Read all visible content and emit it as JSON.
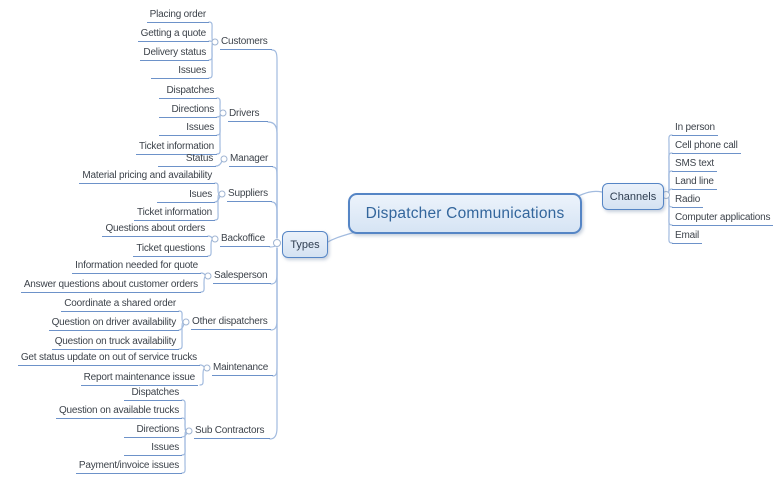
{
  "central": {
    "label": "Dispatcher Communications"
  },
  "types": {
    "label": "Types",
    "groups": [
      {
        "label": "Customers",
        "children": [
          "Placing order",
          "Getting a quote",
          "Delivery status",
          "Issues"
        ]
      },
      {
        "label": "Drivers",
        "children": [
          "Dispatches",
          "Directions",
          "Issues",
          "Ticket information"
        ]
      },
      {
        "label": "Manager",
        "children": [
          "Status"
        ]
      },
      {
        "label": "Suppliers",
        "children": [
          "Material pricing and availability",
          "Isues",
          "Ticket information"
        ]
      },
      {
        "label": "Backoffice",
        "children": [
          "Questions about orders",
          "Ticket questions"
        ]
      },
      {
        "label": "Salesperson",
        "children": [
          "Information needed for quote",
          "Answer questions about customer orders"
        ]
      },
      {
        "label": "Other dispatchers",
        "children": [
          "Coordinate a shared order",
          "Question on driver availability",
          "Question on truck availability"
        ]
      },
      {
        "label": "Maintenance",
        "children": [
          "Get status update on out of service trucks",
          "Report maintenance issue"
        ]
      },
      {
        "label": "Sub Contractors",
        "children": [
          "Dispatches",
          "Question on available trucks",
          "Directions",
          "Issues",
          "Payment/invoice issues"
        ]
      }
    ]
  },
  "channels": {
    "label": "Channels",
    "items": [
      "In person",
      "Cell phone call",
      "SMS text",
      "Land line",
      "Radio",
      "Computer applications",
      "Email"
    ]
  },
  "colors": {
    "topic_underline": "#6d92c9",
    "connector_curve": "#a2bbdf",
    "node_border": "#5585c5",
    "node_fill_top": "#eaf1fa",
    "node_fill_bottom": "#d4e2f2",
    "topic_text": "#3d434b",
    "central_title_text": "#33669c"
  }
}
